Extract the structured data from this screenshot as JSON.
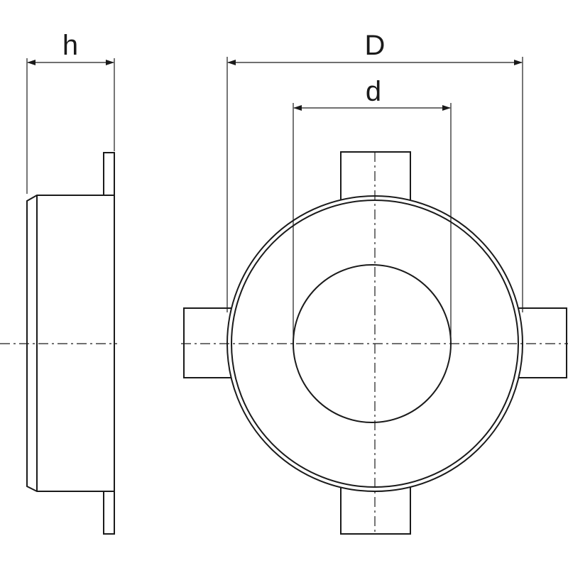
{
  "dimensions": {
    "height_label": "h",
    "outer_diameter_label": "D",
    "inner_diameter_label": "d"
  },
  "colors": {
    "stroke": "#1a1a1a",
    "background": "#ffffff"
  }
}
